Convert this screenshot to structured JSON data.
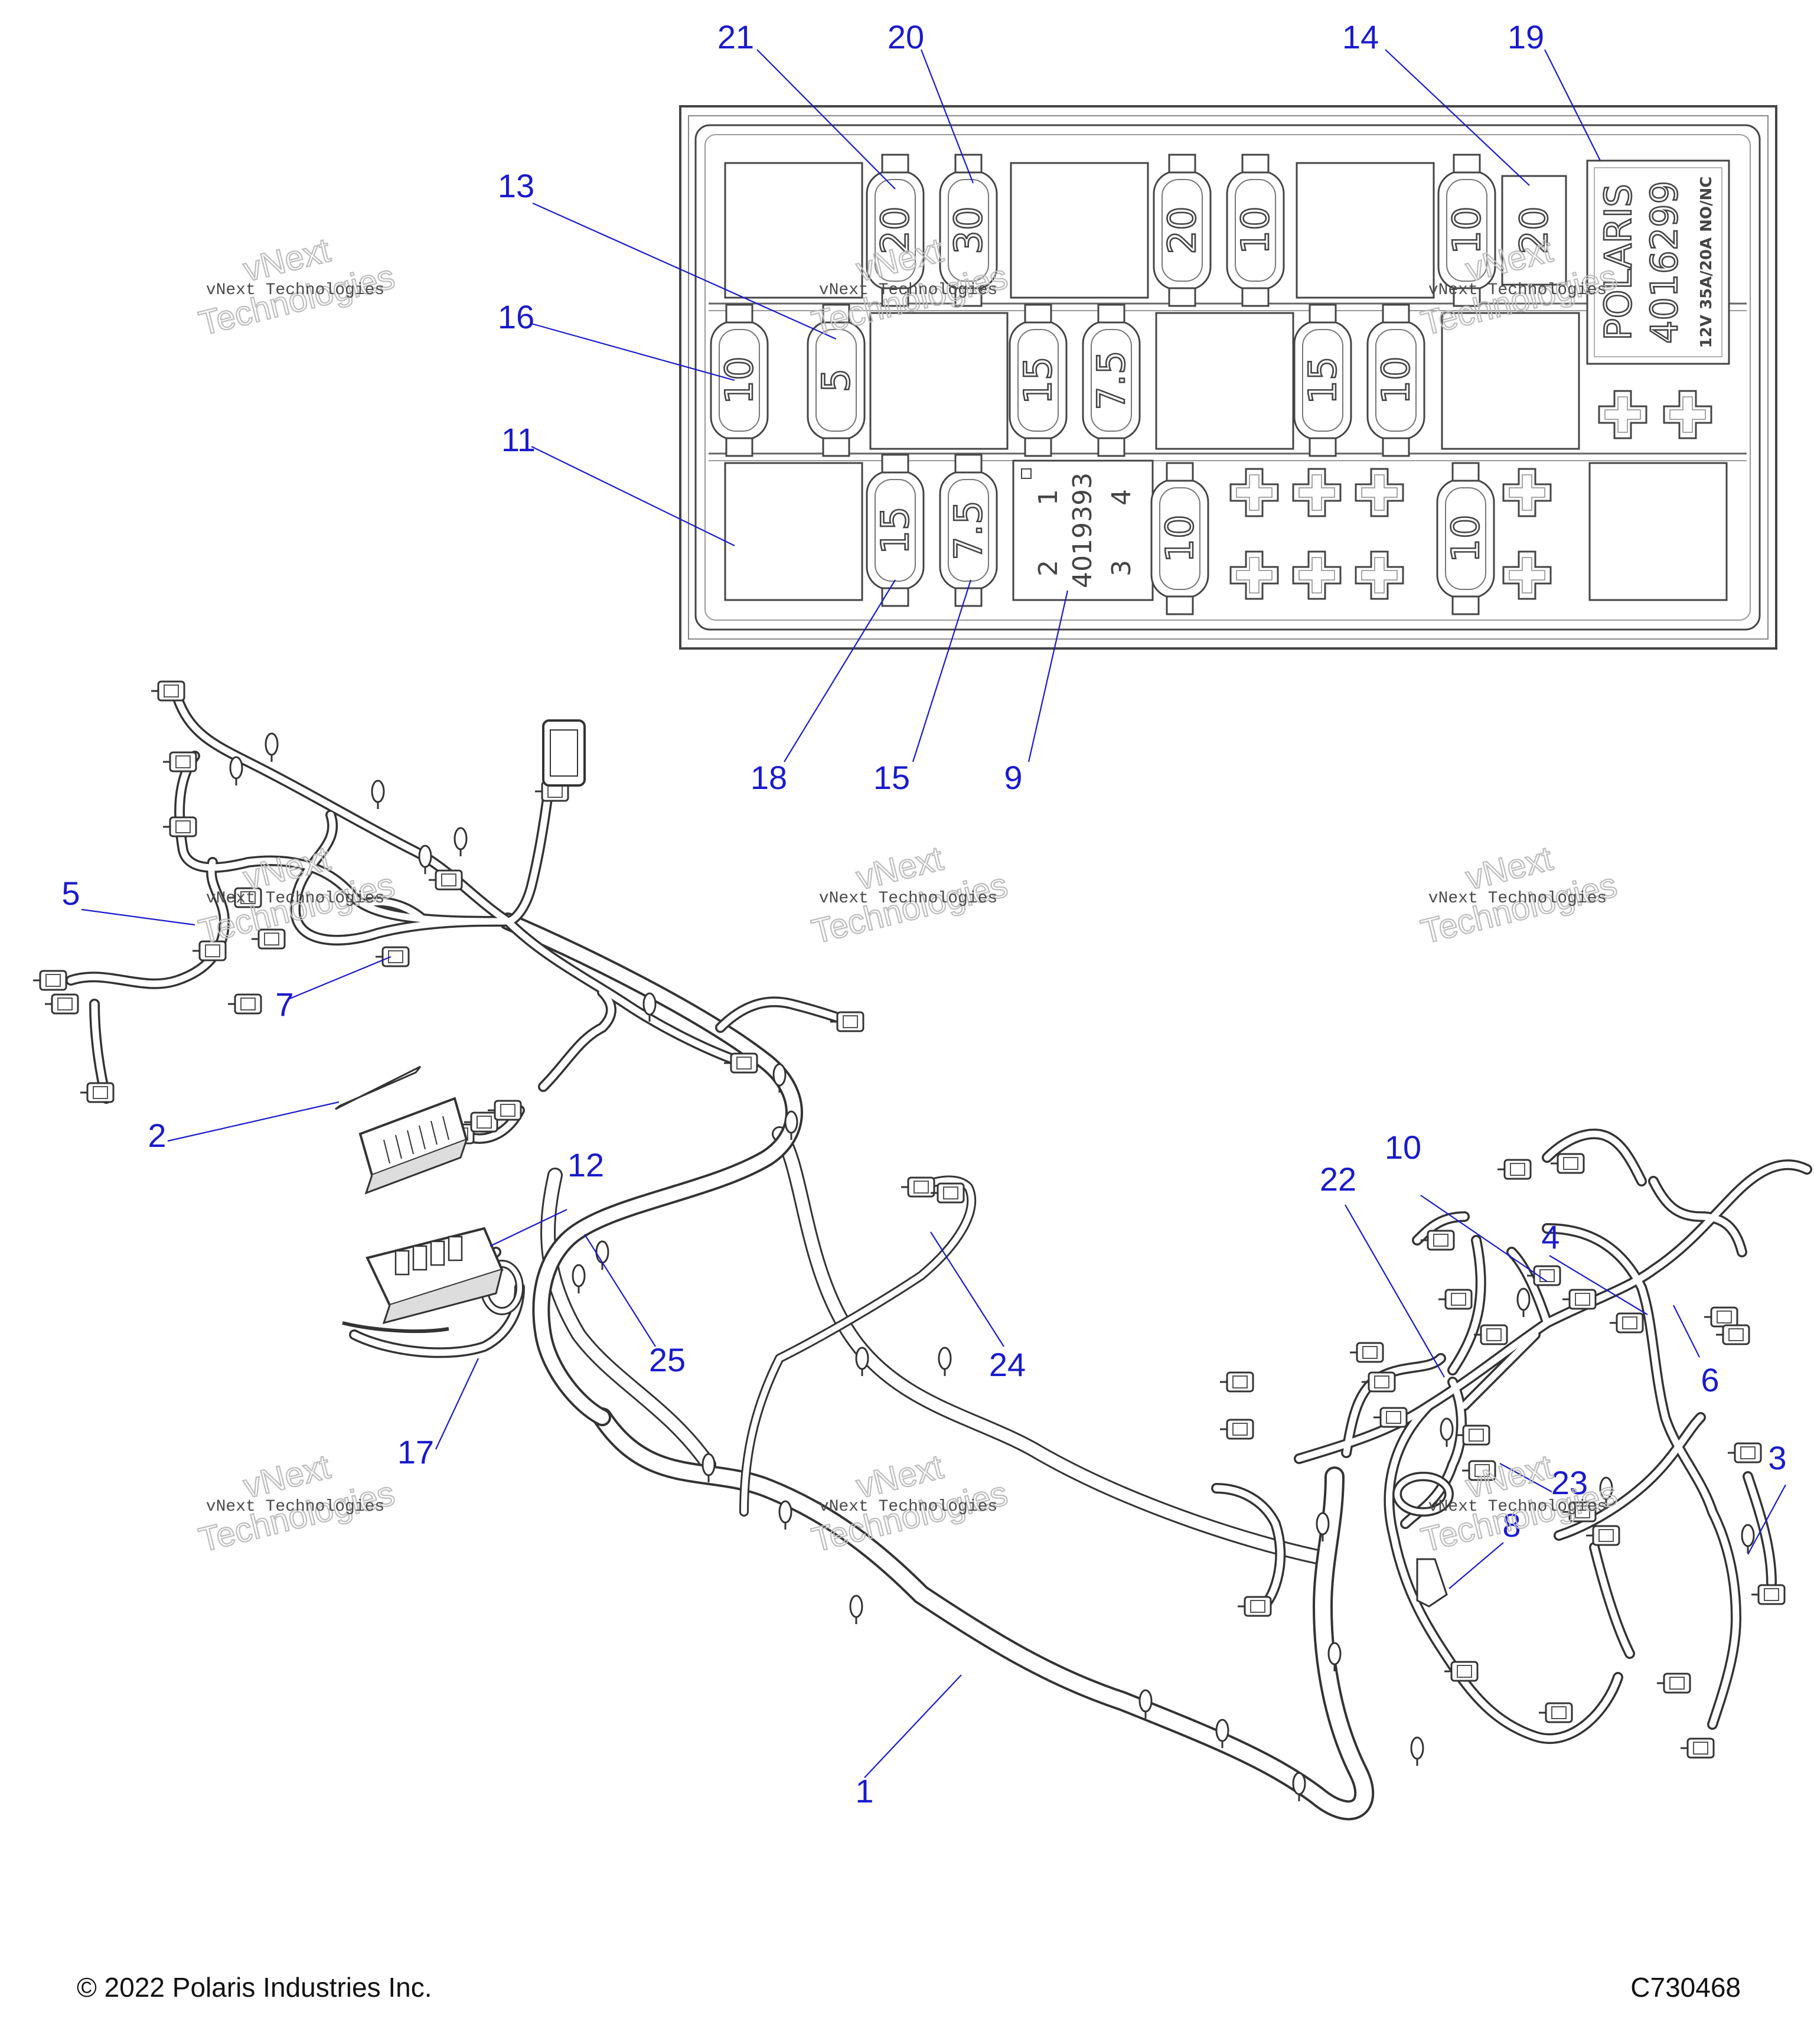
{
  "diagram": {
    "part_number": "C730468",
    "copyright": "© 2022 Polaris Industries Inc.",
    "watermark": {
      "line1": "vNext Technologies",
      "line2": "Technologies"
    },
    "callouts": [
      {
        "label": "1"
      },
      {
        "label": "2"
      },
      {
        "label": "3"
      },
      {
        "label": "4"
      },
      {
        "label": "5"
      },
      {
        "label": "6"
      },
      {
        "label": "7"
      },
      {
        "label": "8"
      },
      {
        "label": "9"
      },
      {
        "label": "10"
      },
      {
        "label": "11"
      },
      {
        "label": "12"
      },
      {
        "label": "13"
      },
      {
        "label": "14"
      },
      {
        "label": "15"
      },
      {
        "label": "16"
      },
      {
        "label": "17"
      },
      {
        "label": "18"
      },
      {
        "label": "19"
      },
      {
        "label": "20"
      },
      {
        "label": "21"
      },
      {
        "label": "22"
      },
      {
        "label": "23"
      },
      {
        "label": "24"
      },
      {
        "label": "25"
      }
    ],
    "fuse_box": {
      "fuses": [
        {
          "rating": "20"
        },
        {
          "rating": "30"
        },
        {
          "rating": "20"
        },
        {
          "rating": "10"
        },
        {
          "rating": "10"
        },
        {
          "rating": "20"
        },
        {
          "rating": "10"
        },
        {
          "rating": "5"
        },
        {
          "rating": "15"
        },
        {
          "rating": "7.5"
        },
        {
          "rating": "15"
        },
        {
          "rating": "10"
        },
        {
          "rating": "15"
        },
        {
          "rating": "7.5"
        },
        {
          "rating": "10"
        },
        {
          "rating": "10"
        }
      ],
      "relay_module": {
        "part": "4019393",
        "pins": [
          "1",
          "2",
          "3",
          "4"
        ]
      },
      "main_relay": {
        "brand": "POLARIS",
        "part": "4016299",
        "spec": "12V  35A/20A  NO/NC"
      }
    }
  }
}
